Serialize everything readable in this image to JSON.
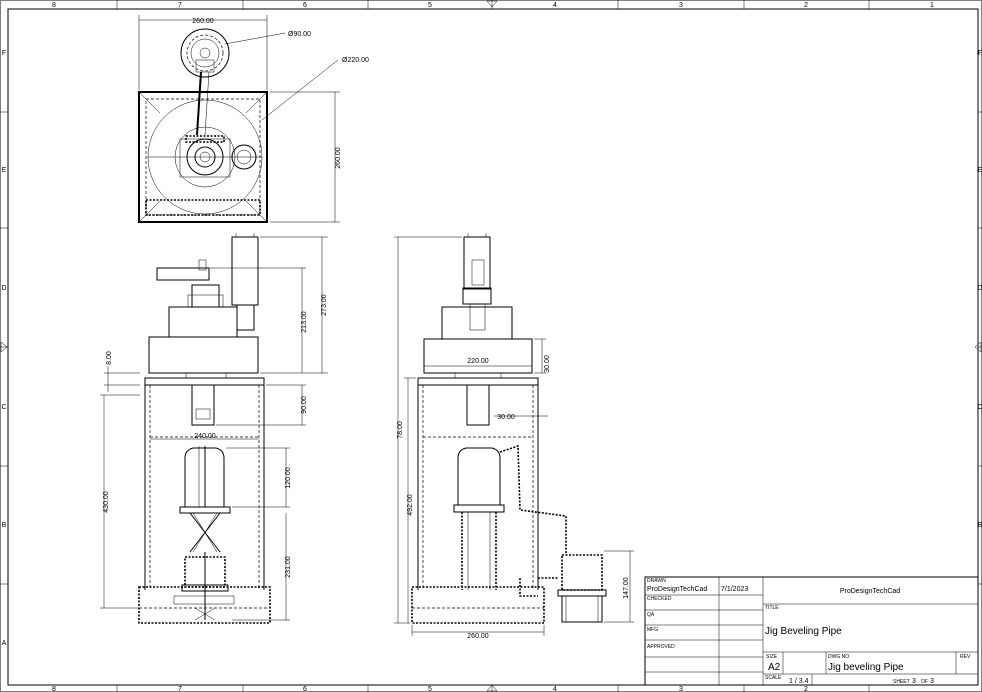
{
  "zones": {
    "columns": [
      "8",
      "7",
      "6",
      "5",
      "4",
      "3",
      "2",
      "1"
    ],
    "rows": [
      "F",
      "E",
      "D",
      "C",
      "B",
      "A"
    ]
  },
  "dimensions": {
    "top_width": "260.00",
    "dia_small": "Ø90.00",
    "dia_large": "Ø220.00",
    "top_height": "260.00",
    "front_upper_height": "273.00",
    "front_inner_height": "213.00",
    "front_plate": "8.00",
    "front_gap": "90.00",
    "front_inner_width": "240.00",
    "front_motor": "120.00",
    "front_frame_height": "430.00",
    "front_lower": "231.00",
    "side_total": "78.00",
    "side_flange": "220.00",
    "side_flange_thk": "30.00",
    "side_offset": "30.00",
    "side_frame": "492.00",
    "side_pump": "147.00",
    "side_base_width": "260.00"
  },
  "title_block": {
    "drawn_label": "DRAWN",
    "drawn_by": "ProDesignTechCad",
    "drawn_date": "7/1/2023",
    "checked_label": "CHECKED",
    "qa_label": "QA",
    "mfg_label": "MFG",
    "approved_label": "APPROVED",
    "company": "ProDesignTechCad",
    "title_label": "TITLE",
    "title": "Jig Beveling Pipe",
    "size_label": "SIZE",
    "size": "A2",
    "dwg_label": "DWG NO",
    "dwg_no": "Jig beveling Pipe",
    "rev_label": "REV",
    "scale_label": "SCALE",
    "scale": "1 / 3.4",
    "sheet_label": "SHEET",
    "sheet_no": "3",
    "of_label": "OF",
    "sheet_total": "3"
  }
}
